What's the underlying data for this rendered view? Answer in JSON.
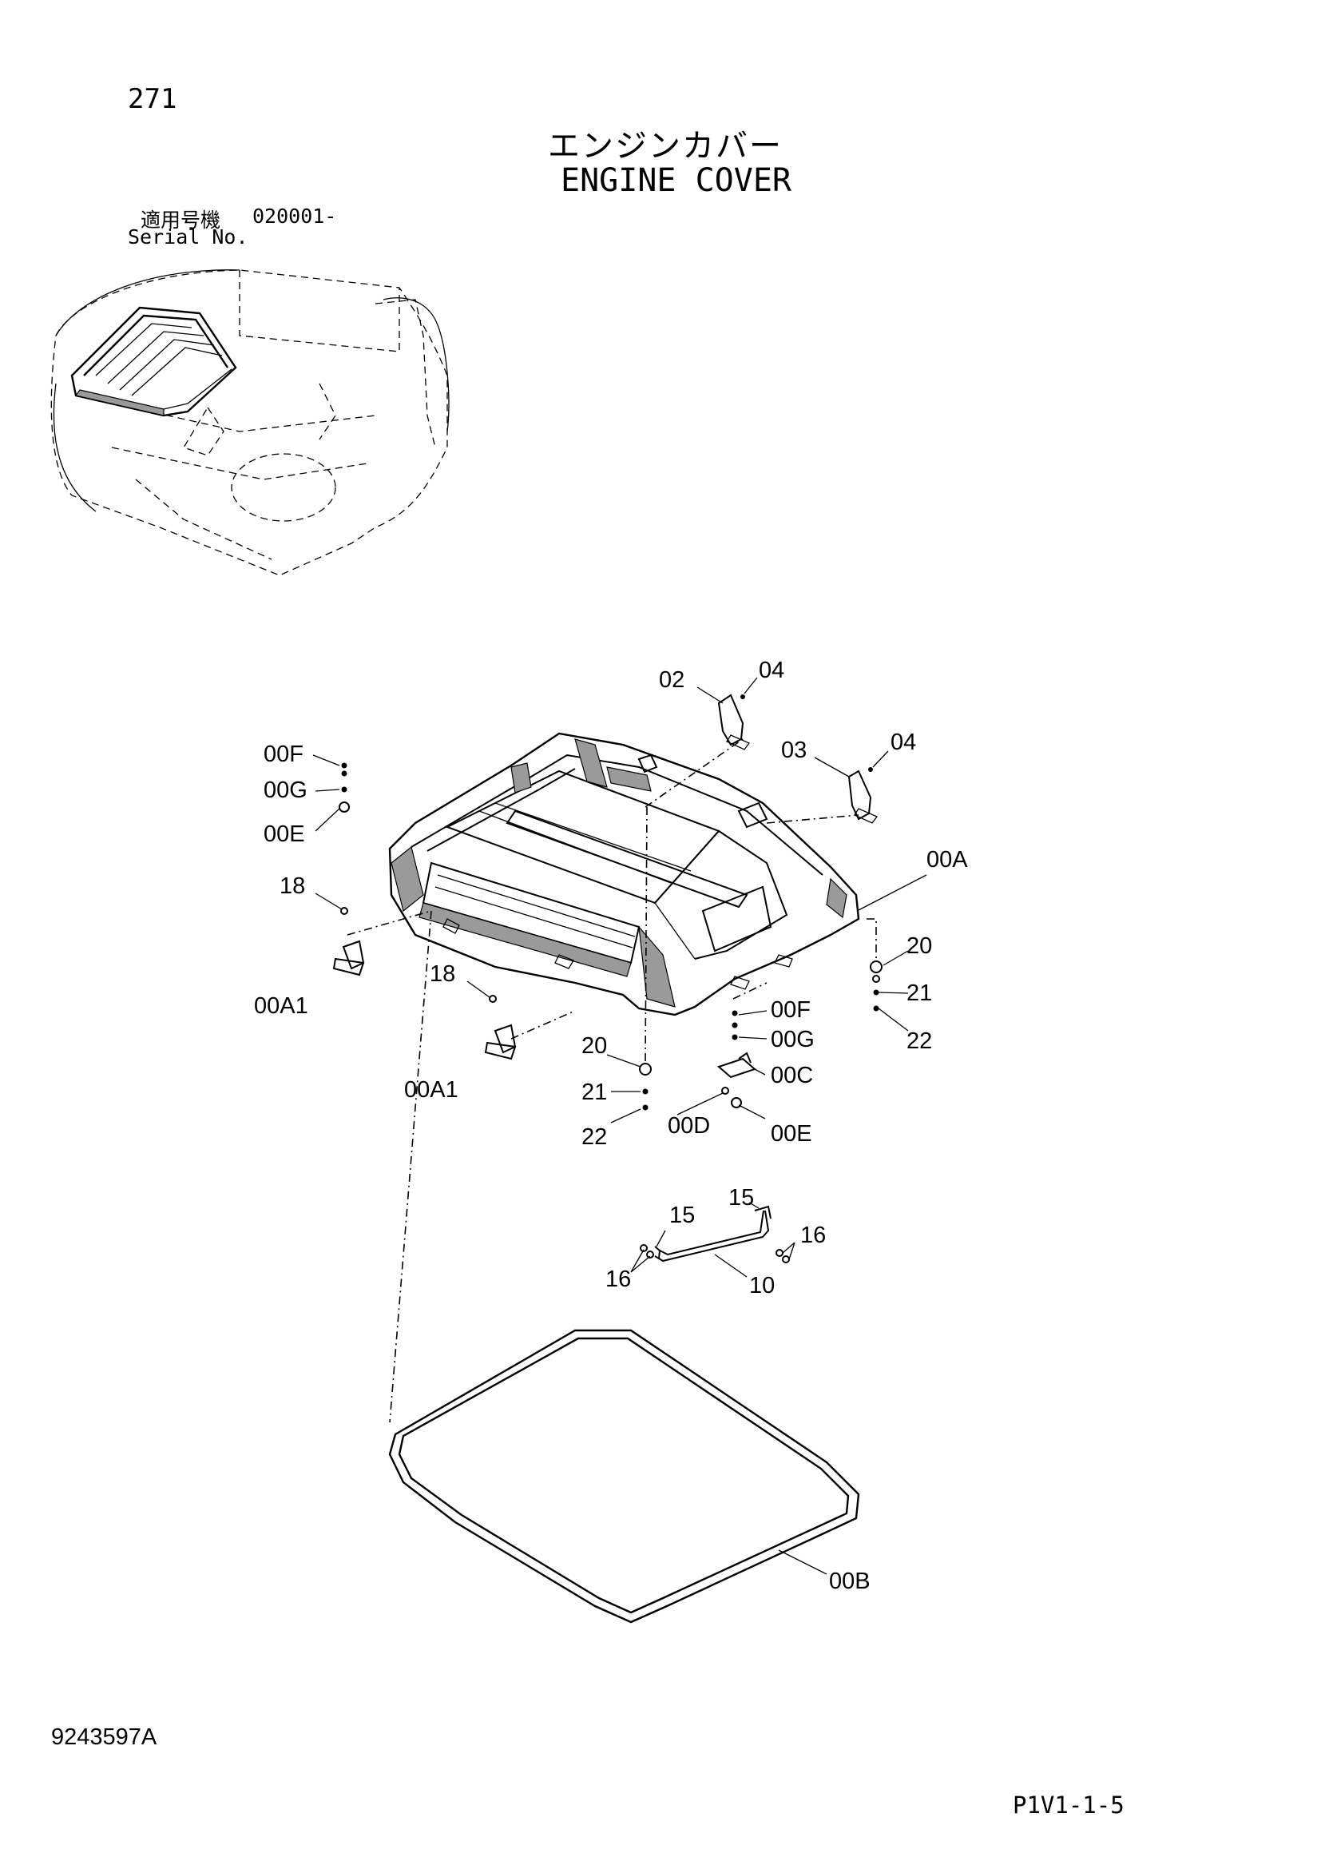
{
  "header": {
    "page_number": "271",
    "title_jp": "エンジンカバー",
    "title_en": "ENGINE COVER",
    "serial_label_jp": "適用号機",
    "serial_value": "020001-",
    "serial_label_en": "Serial No."
  },
  "footer": {
    "drawing_code": "9243597A",
    "page_code": "P1V1-1-5"
  },
  "callouts": {
    "c02": "02",
    "c04a": "04",
    "c03": "03",
    "c04b": "04",
    "c00F_a": "00F",
    "c00G_a": "00G",
    "c00E_a": "00E",
    "c00A": "00A",
    "c18a": "18",
    "c00A1_a": "00A1",
    "c18b": "18",
    "c00A1_b": "00A1",
    "c20a": "20",
    "c21a": "21",
    "c22a": "22",
    "c00F_b": "00F",
    "c00G_b": "00G",
    "c20b": "20",
    "c00C": "00C",
    "c21b": "21",
    "c00D": "00D",
    "c00E_b": "00E",
    "c22b": "22",
    "c15a": "15",
    "c15b": "15",
    "c16a": "16",
    "c16b": "16",
    "c10": "10",
    "c00B": "00B"
  }
}
